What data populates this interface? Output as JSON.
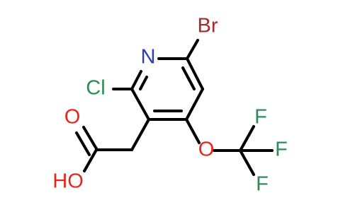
{
  "diagram": {
    "type": "chemical-structure",
    "atoms": {
      "br": {
        "label": "Br",
        "color": "#a52a2a"
      },
      "n": {
        "label": "N",
        "color": "#2f3fb3"
      },
      "cl": {
        "label": "Cl",
        "color": "#2e8b57"
      },
      "o_ether": {
        "label": "O",
        "color": "#e8251b"
      },
      "o_carbonyl": {
        "label": "O",
        "color": "#e8251b"
      },
      "oh": {
        "label": "HO",
        "color": "#e8251b"
      },
      "f1": {
        "label": "F",
        "color": "#2e8b57"
      },
      "f2": {
        "label": "F",
        "color": "#2e8b57"
      },
      "f3": {
        "label": "F",
        "color": "#2e8b57"
      }
    },
    "bond_color": "#000000"
  }
}
